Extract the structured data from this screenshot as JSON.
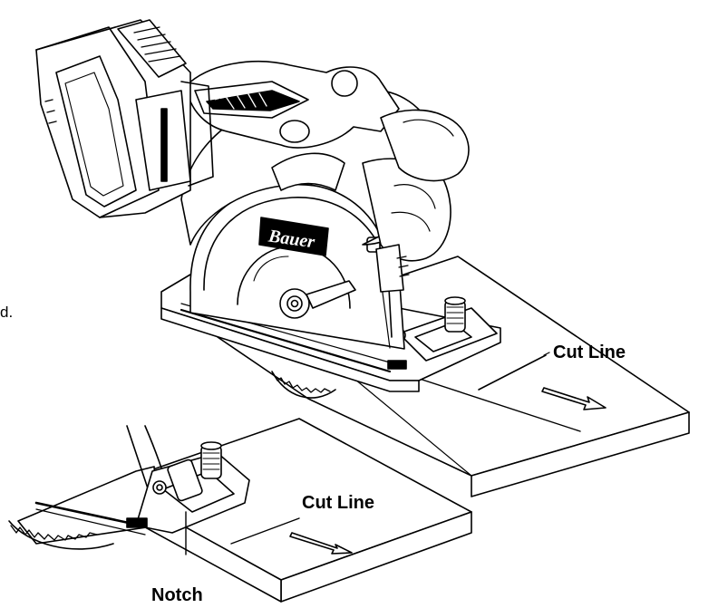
{
  "labels": {
    "cut_line_upper": "Cut Line",
    "cut_line_lower": "Cut Line",
    "notch": "Notch",
    "brand_top": "Bauer",
    "brand_guard": "Bauer"
  },
  "margin_fragment": "d.",
  "colors": {
    "ink": "#000000",
    "paper": "#ffffff"
  }
}
